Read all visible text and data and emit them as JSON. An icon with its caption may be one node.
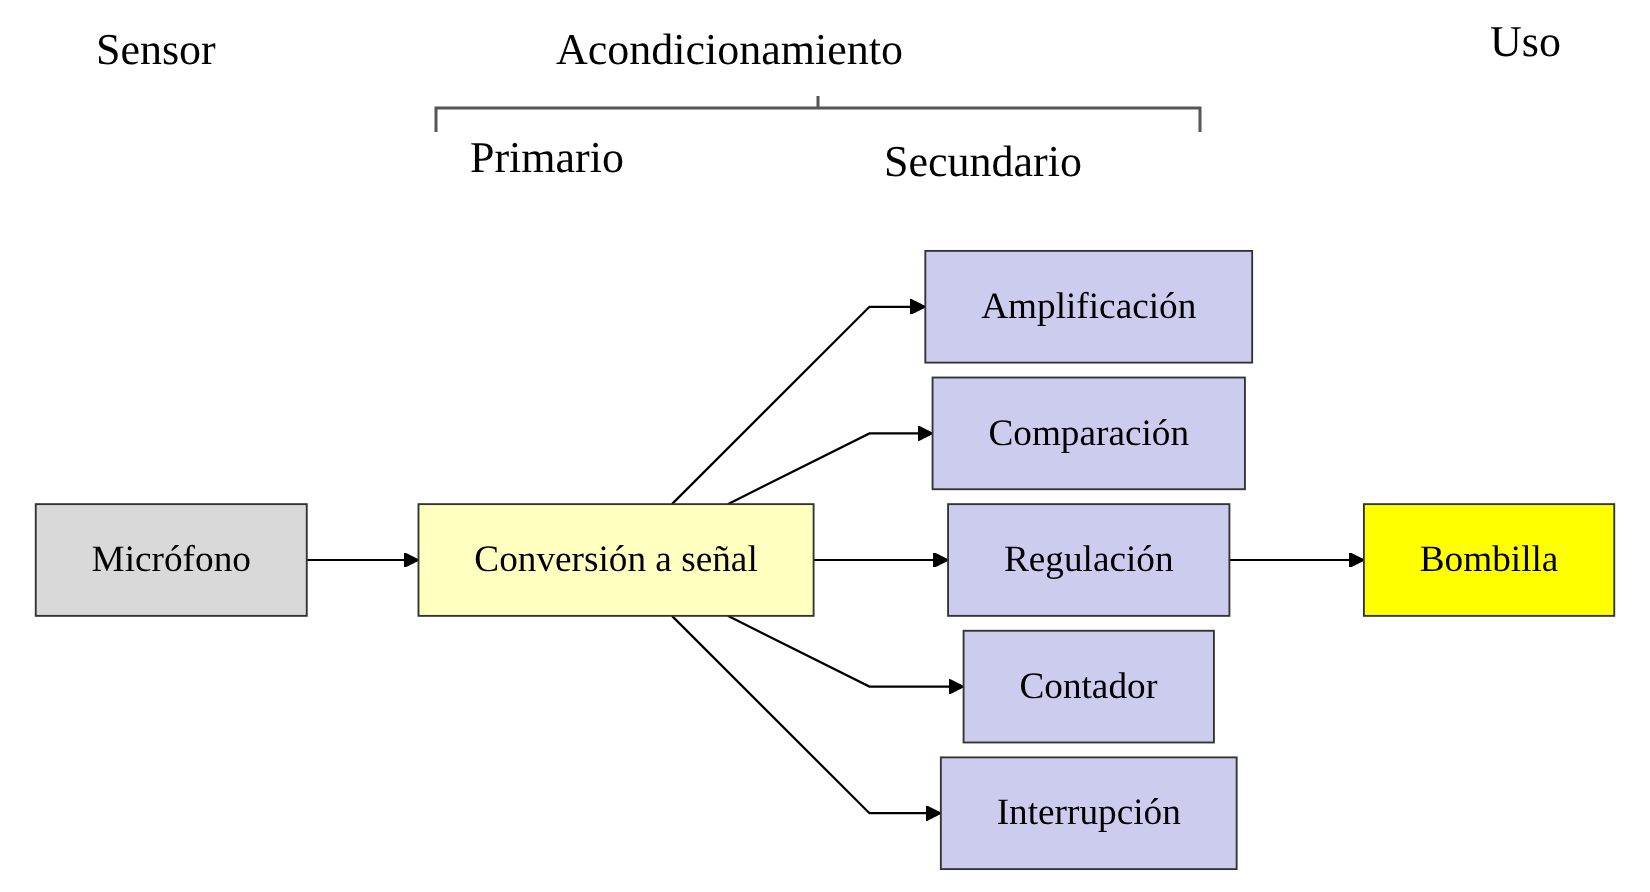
{
  "diagram": {
    "nodes": [
      {
        "text": [
          "Micrófono"
        ]
      },
      {
        "text": [
          "Conversión a señal"
        ]
      },
      {
        "text": [
          "Amplificación"
        ]
      },
      {
        "text": [
          "Comparación"
        ]
      },
      {
        "text": [
          "Regulación"
        ]
      },
      {
        "text": [
          "Contador"
        ]
      },
      {
        "text": [
          "Interrupción"
        ]
      },
      {
        "text": [
          "Bombilla"
        ]
      }
    ],
    "edges": [
      {
        "from": 0,
        "to": 1,
        "arrow": "to"
      },
      {
        "from": 1,
        "to": 2,
        "arrow": "to"
      },
      {
        "from": 1,
        "to": 3,
        "arrow": "to"
      },
      {
        "from": 1,
        "to": 4,
        "arrow": "to"
      },
      {
        "from": 1,
        "to": 5,
        "arrow": "to"
      },
      {
        "from": 1,
        "to": 6,
        "arrow": "to"
      },
      {
        "from": 4,
        "to": 7,
        "arrow": "to"
      }
    ],
    "labels": [
      "Sensor",
      "Acondicionamiento",
      "Uso",
      "Primario",
      "Secundario"
    ]
  }
}
